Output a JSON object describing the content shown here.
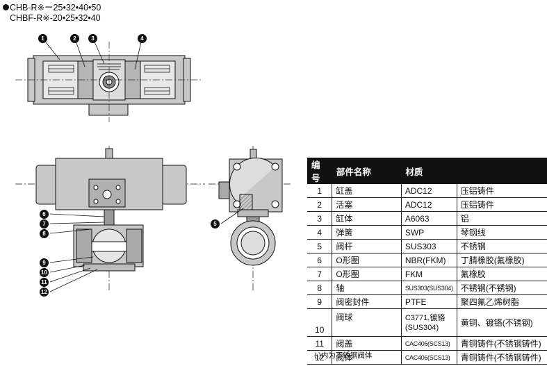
{
  "header": {
    "line1": "CHB-R※ー25•32•40•50",
    "line2": "CHBF-R※-20•25•32•40"
  },
  "callouts": [
    "1",
    "2",
    "3",
    "4",
    "5",
    "6",
    "7",
    "8",
    "9",
    "10",
    "11",
    "12"
  ],
  "table": {
    "headers": [
      "编号",
      "部件名称",
      "材质"
    ],
    "rows": [
      {
        "no": "1",
        "name": "缸盖",
        "mat": "ADC12",
        "desc": "压铝铸件"
      },
      {
        "no": "2",
        "name": "活塞",
        "mat": "ADC12",
        "desc": "压铝铸件"
      },
      {
        "no": "3",
        "name": "缸体",
        "mat": "A6063",
        "desc": "铝"
      },
      {
        "no": "4",
        "name": "弹簧",
        "mat": "SWP",
        "desc": "琴钢线"
      },
      {
        "no": "5",
        "name": "阀杆",
        "mat": "SUS303",
        "desc": "不锈钢"
      },
      {
        "no": "6",
        "name": "O形圈",
        "mat": "NBR(FKM)",
        "desc": "丁腈橡胶(氟橡胶)"
      },
      {
        "no": "7",
        "name": "O形圈",
        "mat": "FKM",
        "desc": "氟橡胶"
      },
      {
        "no": "8",
        "name": "轴",
        "mat": "SUS303(SUS304)",
        "desc": "不锈钢(不锈钢)"
      },
      {
        "no": "9",
        "name": "阀密封件",
        "mat": "PTFE",
        "desc": "聚四氟乙烯树脂"
      },
      {
        "no": "10",
        "name": "阀球",
        "mat": "C3771,镀铬 (SUS304)",
        "desc": "黄铜、镀铬(不锈钢)"
      },
      {
        "no": "11",
        "name": "阀盖",
        "mat": "CAC406(SCS13)",
        "desc": "青铜铸件(不锈钢铸件)"
      },
      {
        "no": "12",
        "name": "阀体",
        "mat": "CAC406(SCS13)",
        "desc": "青铜铸件(不锈钢铸件)"
      }
    ]
  },
  "footnote": "(  )内为不锈钢阀体"
}
